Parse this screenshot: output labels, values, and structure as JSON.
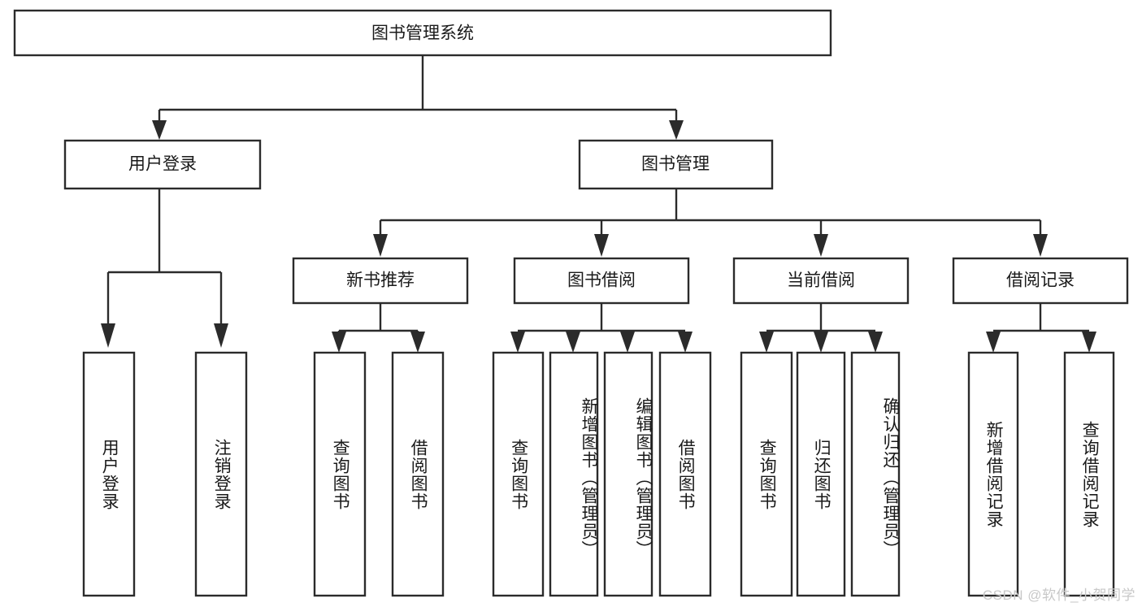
{
  "diagram": {
    "title": "图书管理系统",
    "type": "hierarchy-tree",
    "watermark": "CSDN @软件_小贺同学",
    "colors": {
      "stroke": "#2b2b2b",
      "fill": "#ffffff",
      "text": "#1a1a1a",
      "watermark": "#c8c8c8",
      "background": "#ffffff"
    },
    "root": {
      "label": "图书管理系统"
    },
    "level2": [
      {
        "label": "用户登录"
      },
      {
        "label": "图书管理"
      }
    ],
    "level3": [
      {
        "label": "新书推荐"
      },
      {
        "label": "图书借阅"
      },
      {
        "label": "当前借阅"
      },
      {
        "label": "借阅记录"
      }
    ],
    "leaves": {
      "user_login": [
        {
          "label": "用户登录"
        },
        {
          "label": "注销登录"
        }
      ],
      "new_book_recommend": [
        {
          "label": "查询图书"
        },
        {
          "label": "借阅图书"
        }
      ],
      "book_borrow": [
        {
          "label": "查询图书"
        },
        {
          "label": "新增图书（管理员）"
        },
        {
          "label": "编辑图书（管理员）"
        },
        {
          "label": "借阅图书"
        }
      ],
      "current_borrow": [
        {
          "label": "查询图书"
        },
        {
          "label": "归还图书"
        },
        {
          "label": "确认归还（管理员）"
        }
      ],
      "borrow_record": [
        {
          "label": "新增借阅记录"
        },
        {
          "label": "查询借阅记录"
        }
      ]
    }
  }
}
